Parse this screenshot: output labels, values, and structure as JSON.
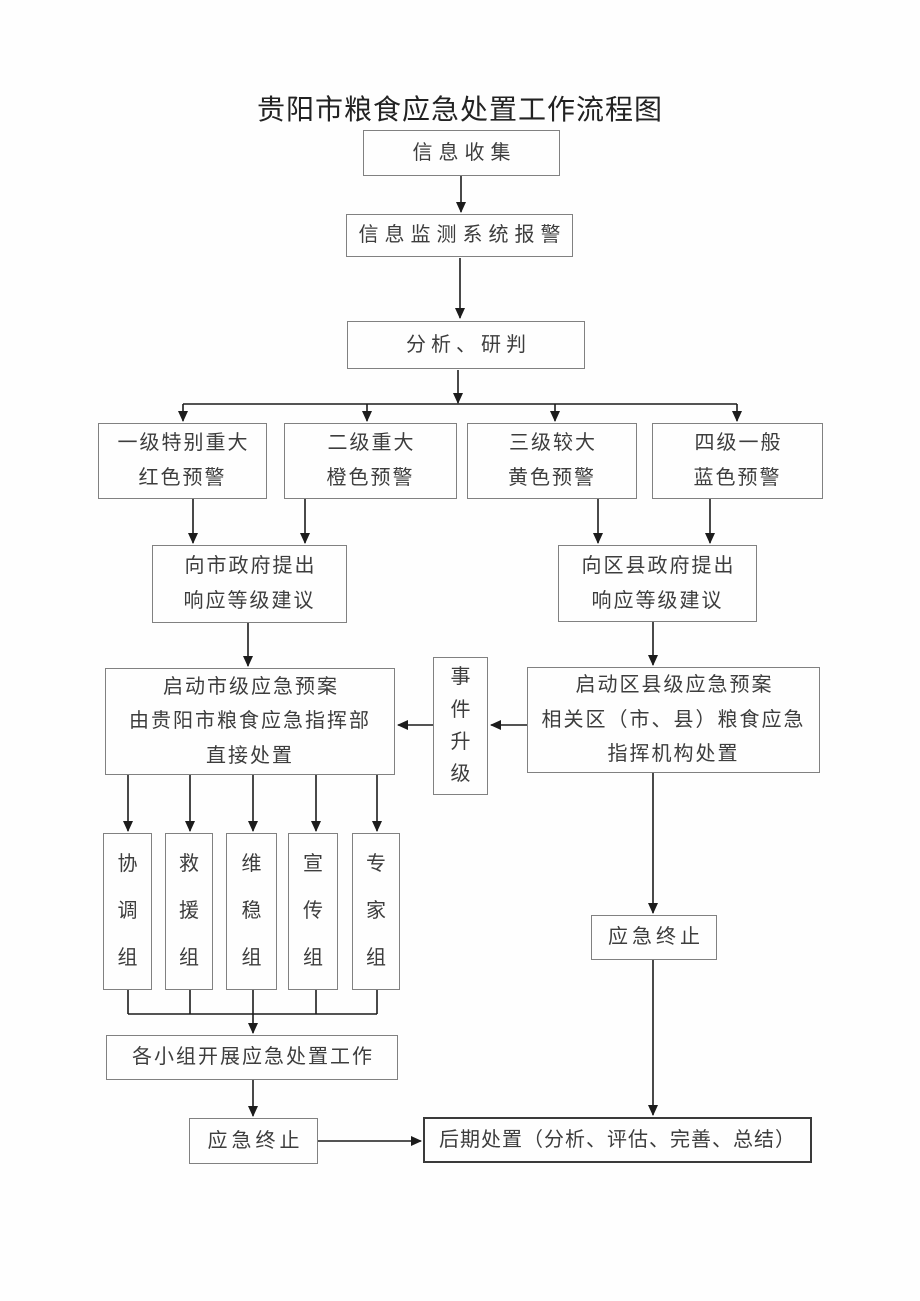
{
  "title": "贵阳市粮食应急处置工作流程图",
  "nodes": {
    "info_collect": {
      "label": "信息收集"
    },
    "monitor_alarm": {
      "label": "信息监测系统报警"
    },
    "analysis": {
      "label": "分析、研判"
    },
    "warning_level1": {
      "label": "一级特别重大\n红色预警"
    },
    "warning_level2": {
      "label": "二级重大\n橙色预警"
    },
    "warning_level3": {
      "label": "三级较大\n黄色预警"
    },
    "warning_level4": {
      "label": "四级一般\n蓝色预警"
    },
    "suggest_city": {
      "label": "向市政府提出\n响应等级建议"
    },
    "suggest_district": {
      "label": "向区县政府提出\n响应等级建议"
    },
    "city_plan": {
      "label": "启动市级应急预案\n由贵阳市粮食应急指挥部\n直接处置"
    },
    "event_upgrade": {
      "label": "事\n件\n升\n级"
    },
    "district_plan": {
      "label": "启动区县级应急预案\n相关区（市、县）粮食应急\n指挥机构处置"
    },
    "group_coordination": {
      "label": "协\n调\n组"
    },
    "group_rescue": {
      "label": "救\n援\n组"
    },
    "group_stability": {
      "label": "维\n稳\n组"
    },
    "group_publicity": {
      "label": "宣\n传\n组"
    },
    "group_expert": {
      "label": "专\n家\n组"
    },
    "groups_work": {
      "label": "各小组开展应急处置工作"
    },
    "terminate_left": {
      "label": "应急终止"
    },
    "terminate_right": {
      "label": "应急终止"
    },
    "post_disposal": {
      "label": "后期处置（分析、评估、完善、总结）"
    }
  },
  "colors": {
    "background": "#fefefe",
    "box_border": "#818181",
    "emphasis_border": "#3a3a3a",
    "line": "#1c1c1c",
    "text": "#3d3d3d",
    "title_text": "#222222"
  }
}
